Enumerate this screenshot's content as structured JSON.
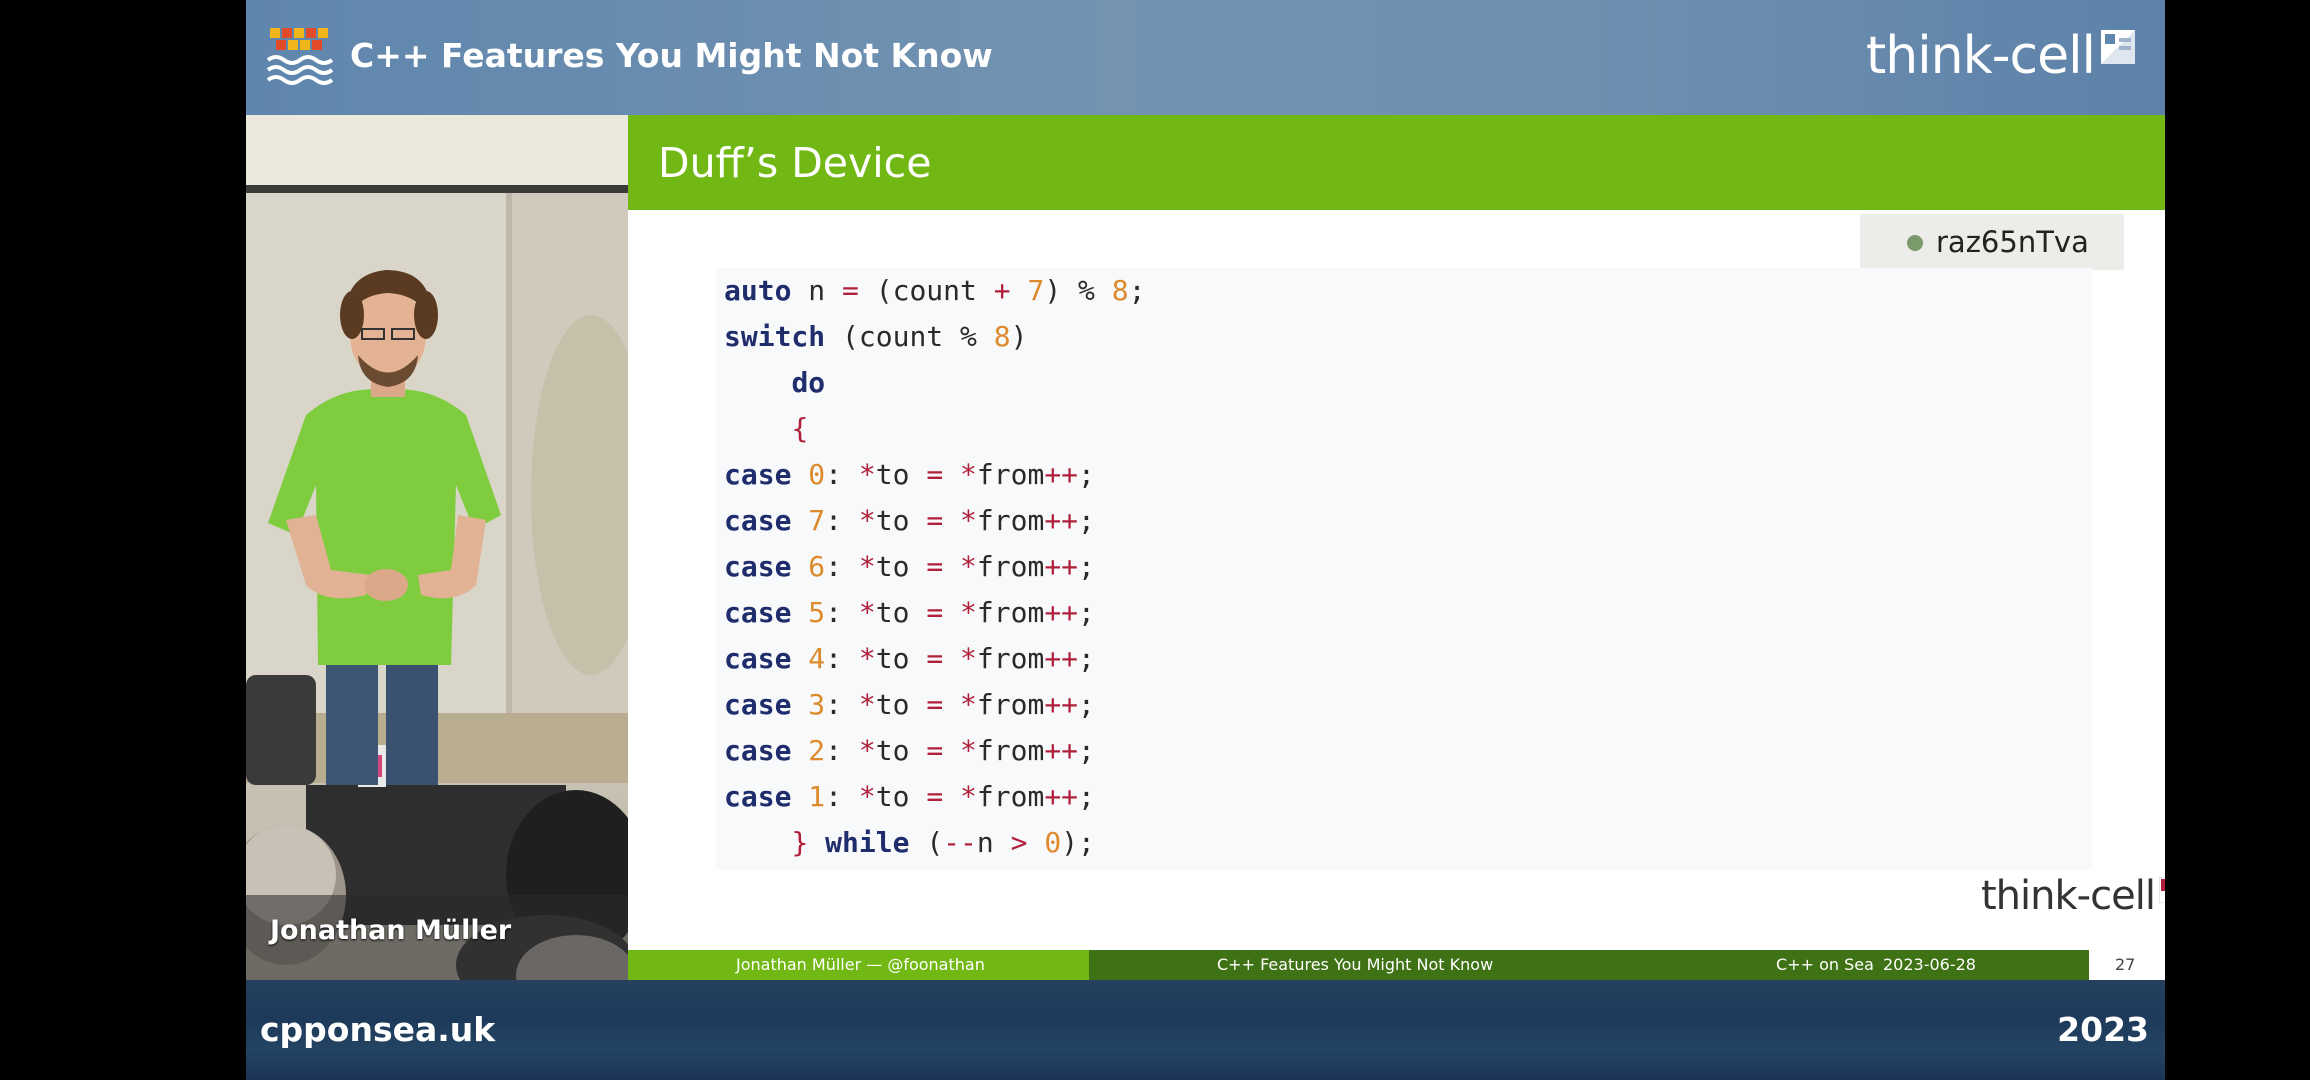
{
  "banner": {
    "talk_title": "C++ Features You Might Not Know",
    "sponsor_logo": "think-cell"
  },
  "video": {
    "speaker_name": "Jonathan Müller"
  },
  "slide": {
    "title": "Duff’s Device",
    "room_code": "raz65nTva",
    "code_lines": [
      "auto n = (count + 7) % 8;",
      "switch (count % 8)",
      "    do",
      "    {",
      "case 0: *to = *from++;",
      "case 7: *to = *from++;",
      "case 6: *to = *from++;",
      "case 5: *to = *from++;",
      "case 4: *to = *from++;",
      "case 3: *to = *from++;",
      "case 2: *to = *from++;",
      "case 1: *to = *from++;",
      "    } while (--n > 0);"
    ],
    "sponsor_logo": "think-cell",
    "footer": {
      "author": "Jonathan Müller — @foonathan",
      "talk": "C++ Features You Might Not Know",
      "event": "C++ on Sea",
      "date": "2023-06-28",
      "page": "27"
    }
  },
  "bottom": {
    "site": "cpponsea.uk",
    "year": "2023"
  },
  "colors": {
    "slide_green": "#72b814",
    "footer_dark_green": "#3e7214",
    "keyword": "#1f2d6c",
    "number": "#dd8a2c",
    "operator": "#b0203a"
  }
}
